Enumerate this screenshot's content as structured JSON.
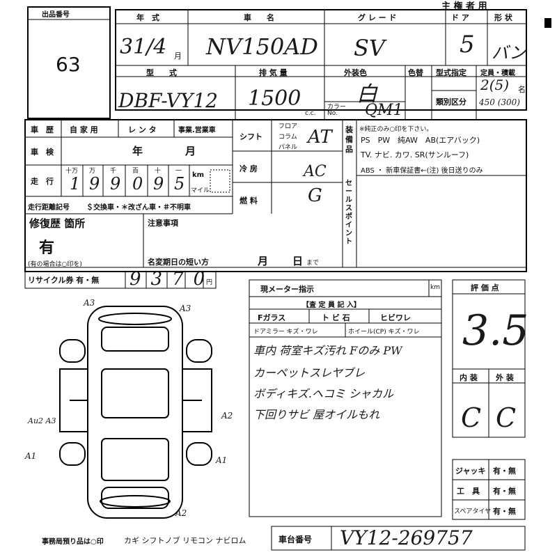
{
  "header": {
    "lot_label": "出品番号",
    "lot_number": "63",
    "owner_mark": "主 権 者 用",
    "year_label": "年　式",
    "car_name_label": "車　　名",
    "grade_label": "グ レ ー ド",
    "door_label": "ド ア",
    "shape_label": "形 状",
    "year_value": "31/4",
    "month_suffix": "月",
    "car_name_value": "NV150AD",
    "grade_value": "SV",
    "door_value": "5",
    "shape_value": "バン"
  },
  "spec": {
    "model_label": "型　　式",
    "displacement_label": "排 気 量",
    "exterior_color_label": "外装色",
    "color_change_label": "色替",
    "type_designation_label": "型式指定",
    "capacity_label": "定員・積載",
    "category_label": "類別区分",
    "color_no_label": "カラーNo.",
    "cc_unit": "c.c.",
    "persons_unit": "名",
    "model_value": "DBF-VY12",
    "displacement_value": "1500",
    "color_value": "白",
    "color_no_value": "QM1",
    "capacity_value": "2(5)",
    "load_value": "450 (300)"
  },
  "history": {
    "car_history_label": "車　歴",
    "private_label": "自 家 用",
    "rental_label": "レ ン タ",
    "business_label": "事業.営業車",
    "inspection_label": "車　検",
    "year_mark": "年",
    "month_mark": "月",
    "mileage_label": "走　行",
    "digit_headers": [
      "十万",
      "万",
      "千",
      "百",
      "十",
      "一"
    ],
    "mileage_digits": [
      "1",
      "9",
      "9",
      "0",
      "9",
      "5"
    ],
    "km_unit": "km",
    "mile_unit": "マイル",
    "mileage_note_label": "走行距離記号",
    "mileage_note_text": "＄交換車・＊改ざん車・＃不明車",
    "repair_label": "修復歴 箇所",
    "repair_value": "有",
    "repair_note": "(有の場合は○印を)",
    "remarks_label": "注意事項",
    "name_change_label": "名変期日の短い方",
    "month_char": "月",
    "day_char": "日",
    "until_label": "まで",
    "recycle_label": "リサイクル券 有・無",
    "recycle_value": "9370",
    "yen_unit": "円"
  },
  "mech": {
    "shift_label": "シフト",
    "shift_options": [
      "フロア",
      "コラム",
      "パネル"
    ],
    "shift_value": "AT",
    "ac_label": "冷 房",
    "ac_value": "AC",
    "fuel_label": "燃 料",
    "fuel_value": "G"
  },
  "equipment": {
    "label": "装備品",
    "note": "※純正のみ○印を下さい。",
    "line1": "PS　PW　純AW　AB(エアバック)",
    "line2": "TV. ナビ. カワ. SR(サンルーフ)",
    "line3": "ABS ・ 新車保証書←(注) 後日送りのみ",
    "sales_point_label": "セールスポイント"
  },
  "inspection": {
    "meter_label": "現メーター指示",
    "meter_unit": "km",
    "inspector_label": "【査 定 員 記 入】",
    "glass_label": "Fガラス",
    "chip_label": "ト ビ 石",
    "crack_label": "ヒビワレ",
    "mirror_label": "ドアミラー キズ・ワレ",
    "wheel_label": "ホイール(CP) キズ・ワレ",
    "notes": [
      "車内 荷室キズ汚れ Fのみ PW",
      "カーペットスレヤブレ",
      "ボディキズ.ヘコミ シャカル",
      "下回りサビ 屋オイルもれ"
    ]
  },
  "score": {
    "label": "評 価 点",
    "value": "3.5",
    "interior_label": "内 装",
    "exterior_label": "外 装",
    "interior_value": "C",
    "exterior_value": "C"
  },
  "accessories": {
    "jack_label": "ジャッキ",
    "tools_label": "工　具",
    "spare_label": "スペアタイヤ",
    "yes_no": "有・無"
  },
  "diagram": {
    "marks": [
      "A3",
      "A3",
      "Au2 A3",
      "A2",
      "A1",
      "A1",
      "A2"
    ]
  },
  "footer": {
    "office_note": "事務局預り品は○印",
    "items": "カギ シフトノブ リモコン ナビロム",
    "chassis_label": "車台番号",
    "chassis_value": "VY12-269757"
  }
}
